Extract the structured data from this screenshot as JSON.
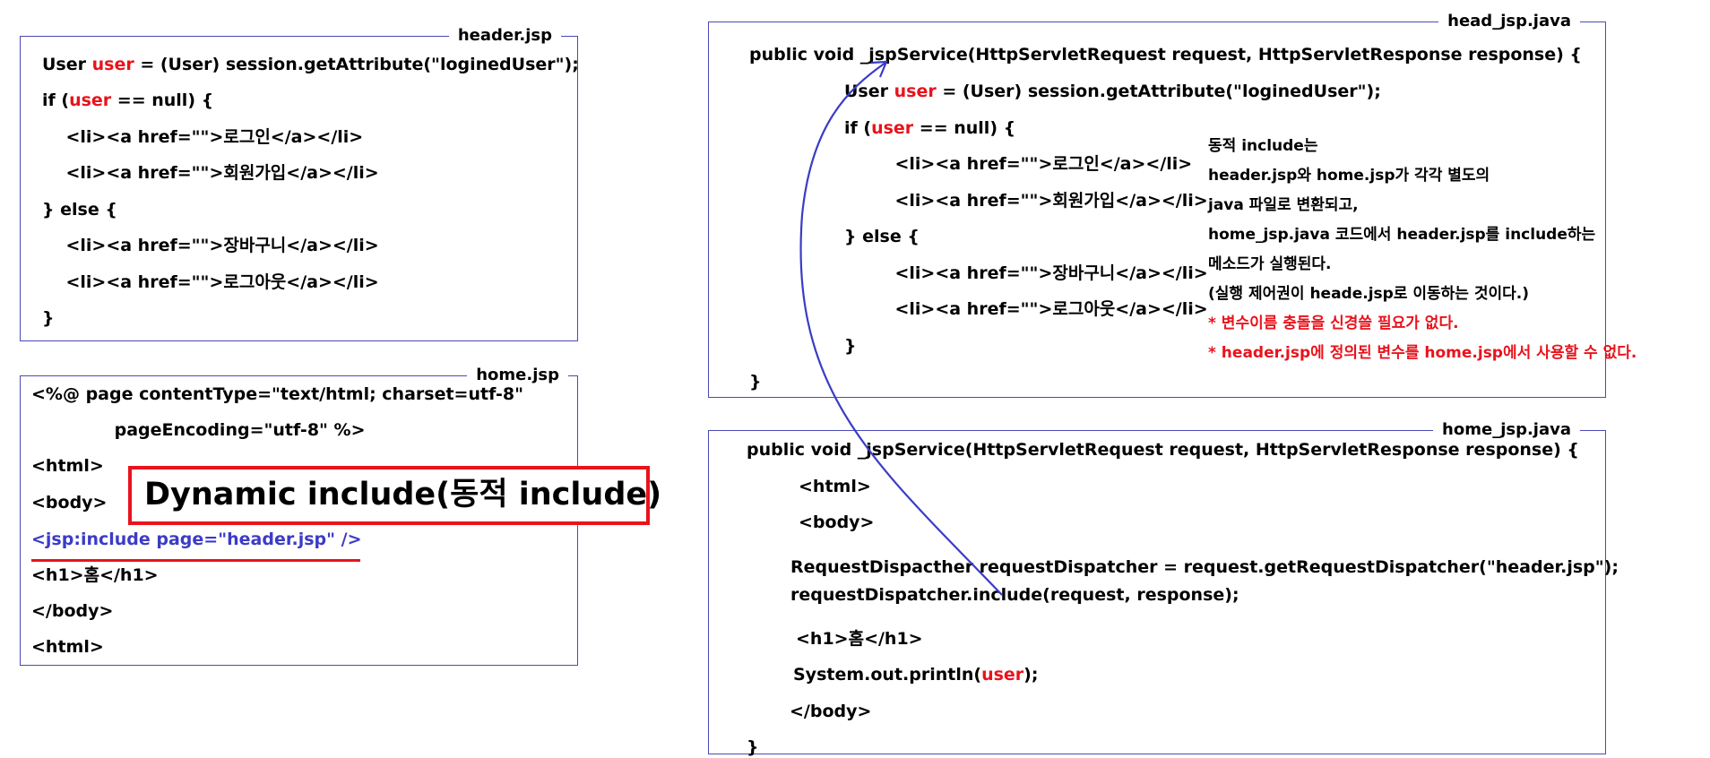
{
  "header_jsp": {
    "title": "header.jsp",
    "lines": [
      [
        {
          "t": "User "
        },
        {
          "t": "user",
          "red": true
        },
        {
          "t": " = (User) session.getAttribute(\"loginedUser\");"
        }
      ],
      [
        {
          "t": "if ("
        },
        {
          "t": "user",
          "red": true
        },
        {
          "t": " == null) {"
        }
      ],
      [
        {
          "t": "    <li><a href=\"\">로그인</a></li>"
        }
      ],
      [
        {
          "t": "    <li><a href=\"\">회원가입</a></li>"
        }
      ],
      [
        {
          "t": "} else {"
        }
      ],
      [
        {
          "t": "    <li><a href=\"\">장바구니</a></li>"
        }
      ],
      [
        {
          "t": "    <li><a href=\"\">로그아웃</a></li>"
        }
      ],
      [
        {
          "t": "}"
        }
      ]
    ]
  },
  "home_jsp": {
    "title": "home.jsp",
    "lines": [
      [
        {
          "t": "<%@ page contentType=\"text/html; charset=utf-8\""
        }
      ],
      [
        {
          "t": "              pageEncoding=\"utf-8\" %>"
        }
      ],
      [
        {
          "t": "<html>"
        }
      ],
      [
        {
          "t": "<body>"
        }
      ],
      [
        {
          "t": "<jsp:include page=\"header.jsp\" />",
          "blue": true
        }
      ],
      [
        {
          "t": "<h1>홈</h1>"
        }
      ],
      [
        {
          "t": "</body>"
        }
      ],
      [
        {
          "t": "<html>"
        }
      ]
    ]
  },
  "badge": {
    "text": "Dynamic include(동적 include)"
  },
  "head_jsp_java": {
    "title": "head_jsp.java",
    "lines": [
      [
        {
          "t": "public void _jspService(HttpServletRequest request, HttpServletResponse response) {"
        }
      ],
      [
        {
          "t": "User "
        },
        {
          "t": "user",
          "red": true
        },
        {
          "t": " = (User) session.getAttribute(\"loginedUser\");"
        }
      ],
      [
        {
          "t": "if ("
        },
        {
          "t": "user",
          "red": true
        },
        {
          "t": " == null) {"
        }
      ],
      [
        {
          "t": "    <li><a href=\"\">로그인</a></li>"
        }
      ],
      [
        {
          "t": "    <li><a href=\"\">회원가입</a></li>"
        }
      ],
      [
        {
          "t": "} else {"
        }
      ],
      [
        {
          "t": "    <li><a href=\"\">장바구니</a></li>"
        }
      ],
      [
        {
          "t": "    <li><a href=\"\">로그아웃</a></li>"
        }
      ],
      [
        {
          "t": "}"
        }
      ],
      [
        {
          "t": "}"
        }
      ]
    ]
  },
  "note": {
    "lines": [
      {
        "t": "동적 include는"
      },
      {
        "t": "header.jsp와 home.jsp가 각각 별도의"
      },
      {
        "t": "java 파일로 변환되고,"
      },
      {
        "t": "home_jsp.java 코드에서 header.jsp를 include하는"
      },
      {
        "t": "메소드가 실행된다."
      },
      {
        "t": "(실행 제어권이 heade.jsp로 이동하는 것이다.)"
      },
      {
        "t": "* 변수이름 충돌을 신경쓸 필요가 없다.",
        "red": true
      },
      {
        "t": "* header.jsp에 정의된 변수를 home.jsp에서 사용할 수 없다.",
        "red": true
      }
    ]
  },
  "home_jsp_java": {
    "title": "home_jsp.java",
    "lines": [
      [
        {
          "t": "public void _jspService(HttpServletRequest request, HttpServletResponse response) {"
        }
      ],
      [
        {
          "t": "<html>"
        }
      ],
      [
        {
          "t": "<body>"
        }
      ],
      [
        {
          "t": "RequestDispacther requestDispatcher = request.getRequestDispatcher(\"header.jsp\");"
        }
      ],
      [
        {
          "t": "requestDispatcher.include(request, response);"
        }
      ],
      [
        {
          "t": "<h1>홈</h1>"
        }
      ],
      [
        {
          "t": "System.out.println("
        },
        {
          "t": "user",
          "red": true
        },
        {
          "t": ");"
        }
      ],
      [
        {
          "t": "</body>"
        }
      ],
      [
        {
          "t": "}"
        }
      ]
    ]
  },
  "colors": {
    "box_border": "#4a4ab8",
    "accent_red": "#e8131c",
    "arrow_blue": "#3b3bc7"
  }
}
